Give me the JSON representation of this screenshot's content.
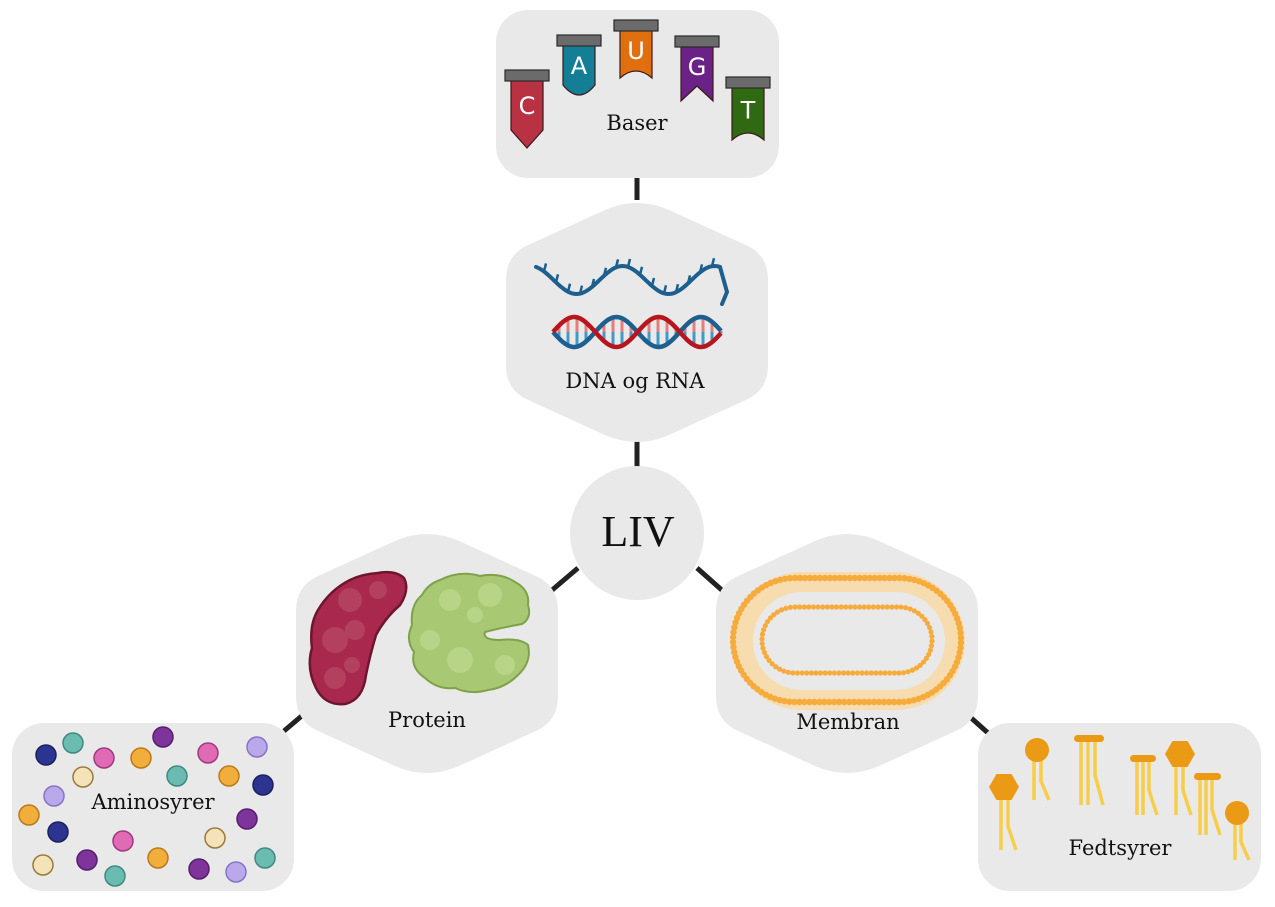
{
  "diagram": {
    "title": "LIV",
    "colors": {
      "node_fill": "#e9e9e9",
      "connector": "#222222",
      "text": "#111111"
    },
    "center": {
      "label": "LIV"
    },
    "nodes": [
      {
        "id": "dna",
        "label": "DNA og RNA",
        "shape": "hexagon",
        "parent": "center"
      },
      {
        "id": "baser",
        "label": "Baser",
        "shape": "rounded-rect",
        "parent": "dna"
      },
      {
        "id": "protein",
        "label": "Protein",
        "shape": "hexagon",
        "parent": "center"
      },
      {
        "id": "aminosyrer",
        "label": "Aminosyrer",
        "shape": "rounded-rect",
        "parent": "protein"
      },
      {
        "id": "membran",
        "label": "Membran",
        "shape": "hexagon",
        "parent": "center"
      },
      {
        "id": "fedtsyrer",
        "label": "Fedtsyrer",
        "shape": "rounded-rect",
        "parent": "membran"
      }
    ],
    "bases": [
      {
        "letter": "C",
        "color": "#b83244",
        "tail": "point"
      },
      {
        "letter": "A",
        "color": "#147e96",
        "tail": "round"
      },
      {
        "letter": "U",
        "color": "#e0700f",
        "tail": "wave"
      },
      {
        "letter": "G",
        "color": "#6a2287",
        "tail": "notch"
      },
      {
        "letter": "T",
        "color": "#2f6a12",
        "tail": "wave"
      }
    ],
    "icons": {
      "rna": "rna-strand-icon",
      "dna": "dna-double-helix-icon",
      "protein_red": "protein-red-icon",
      "protein_green": "protein-green-icon",
      "membrane": "lipid-bilayer-icon",
      "amino": "amino-acid-molecules-icon",
      "fatty": "fatty-acid-molecules-icon"
    },
    "amino_colors": [
      "#2b3590",
      "#6bbcb0",
      "#e06ab3",
      "#f2ae3d",
      "#f4e2b8",
      "#7e349a",
      "#b9a9ea"
    ],
    "dna_colors": {
      "blue": "#1d5f8f",
      "red": "#b8161e",
      "light_red": "#e57d7d",
      "light_blue": "#3f9ac7"
    },
    "membrane_color": "#f5ac3c",
    "fatty_colors": {
      "head": "#ea9a14",
      "tail": "#f7cd4a"
    }
  }
}
